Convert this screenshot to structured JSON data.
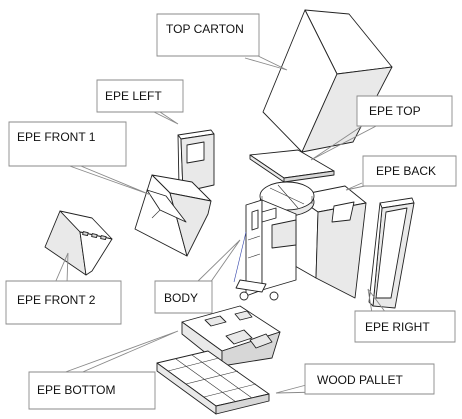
{
  "labels": {
    "top_carton": "TOP CARTON",
    "epe_left": "EPE  LEFT",
    "epe_top": "EPE TOP",
    "epe_front1": "EPE  FRONT 1",
    "epe_back": "EPE BACK",
    "epe_front2": "EPE FRONT  2",
    "body": "BODY",
    "epe_right": "EPE RIGHT",
    "epe_bottom": "EPE BOTTOM",
    "wood_pallet": "WOOD PALLET"
  }
}
